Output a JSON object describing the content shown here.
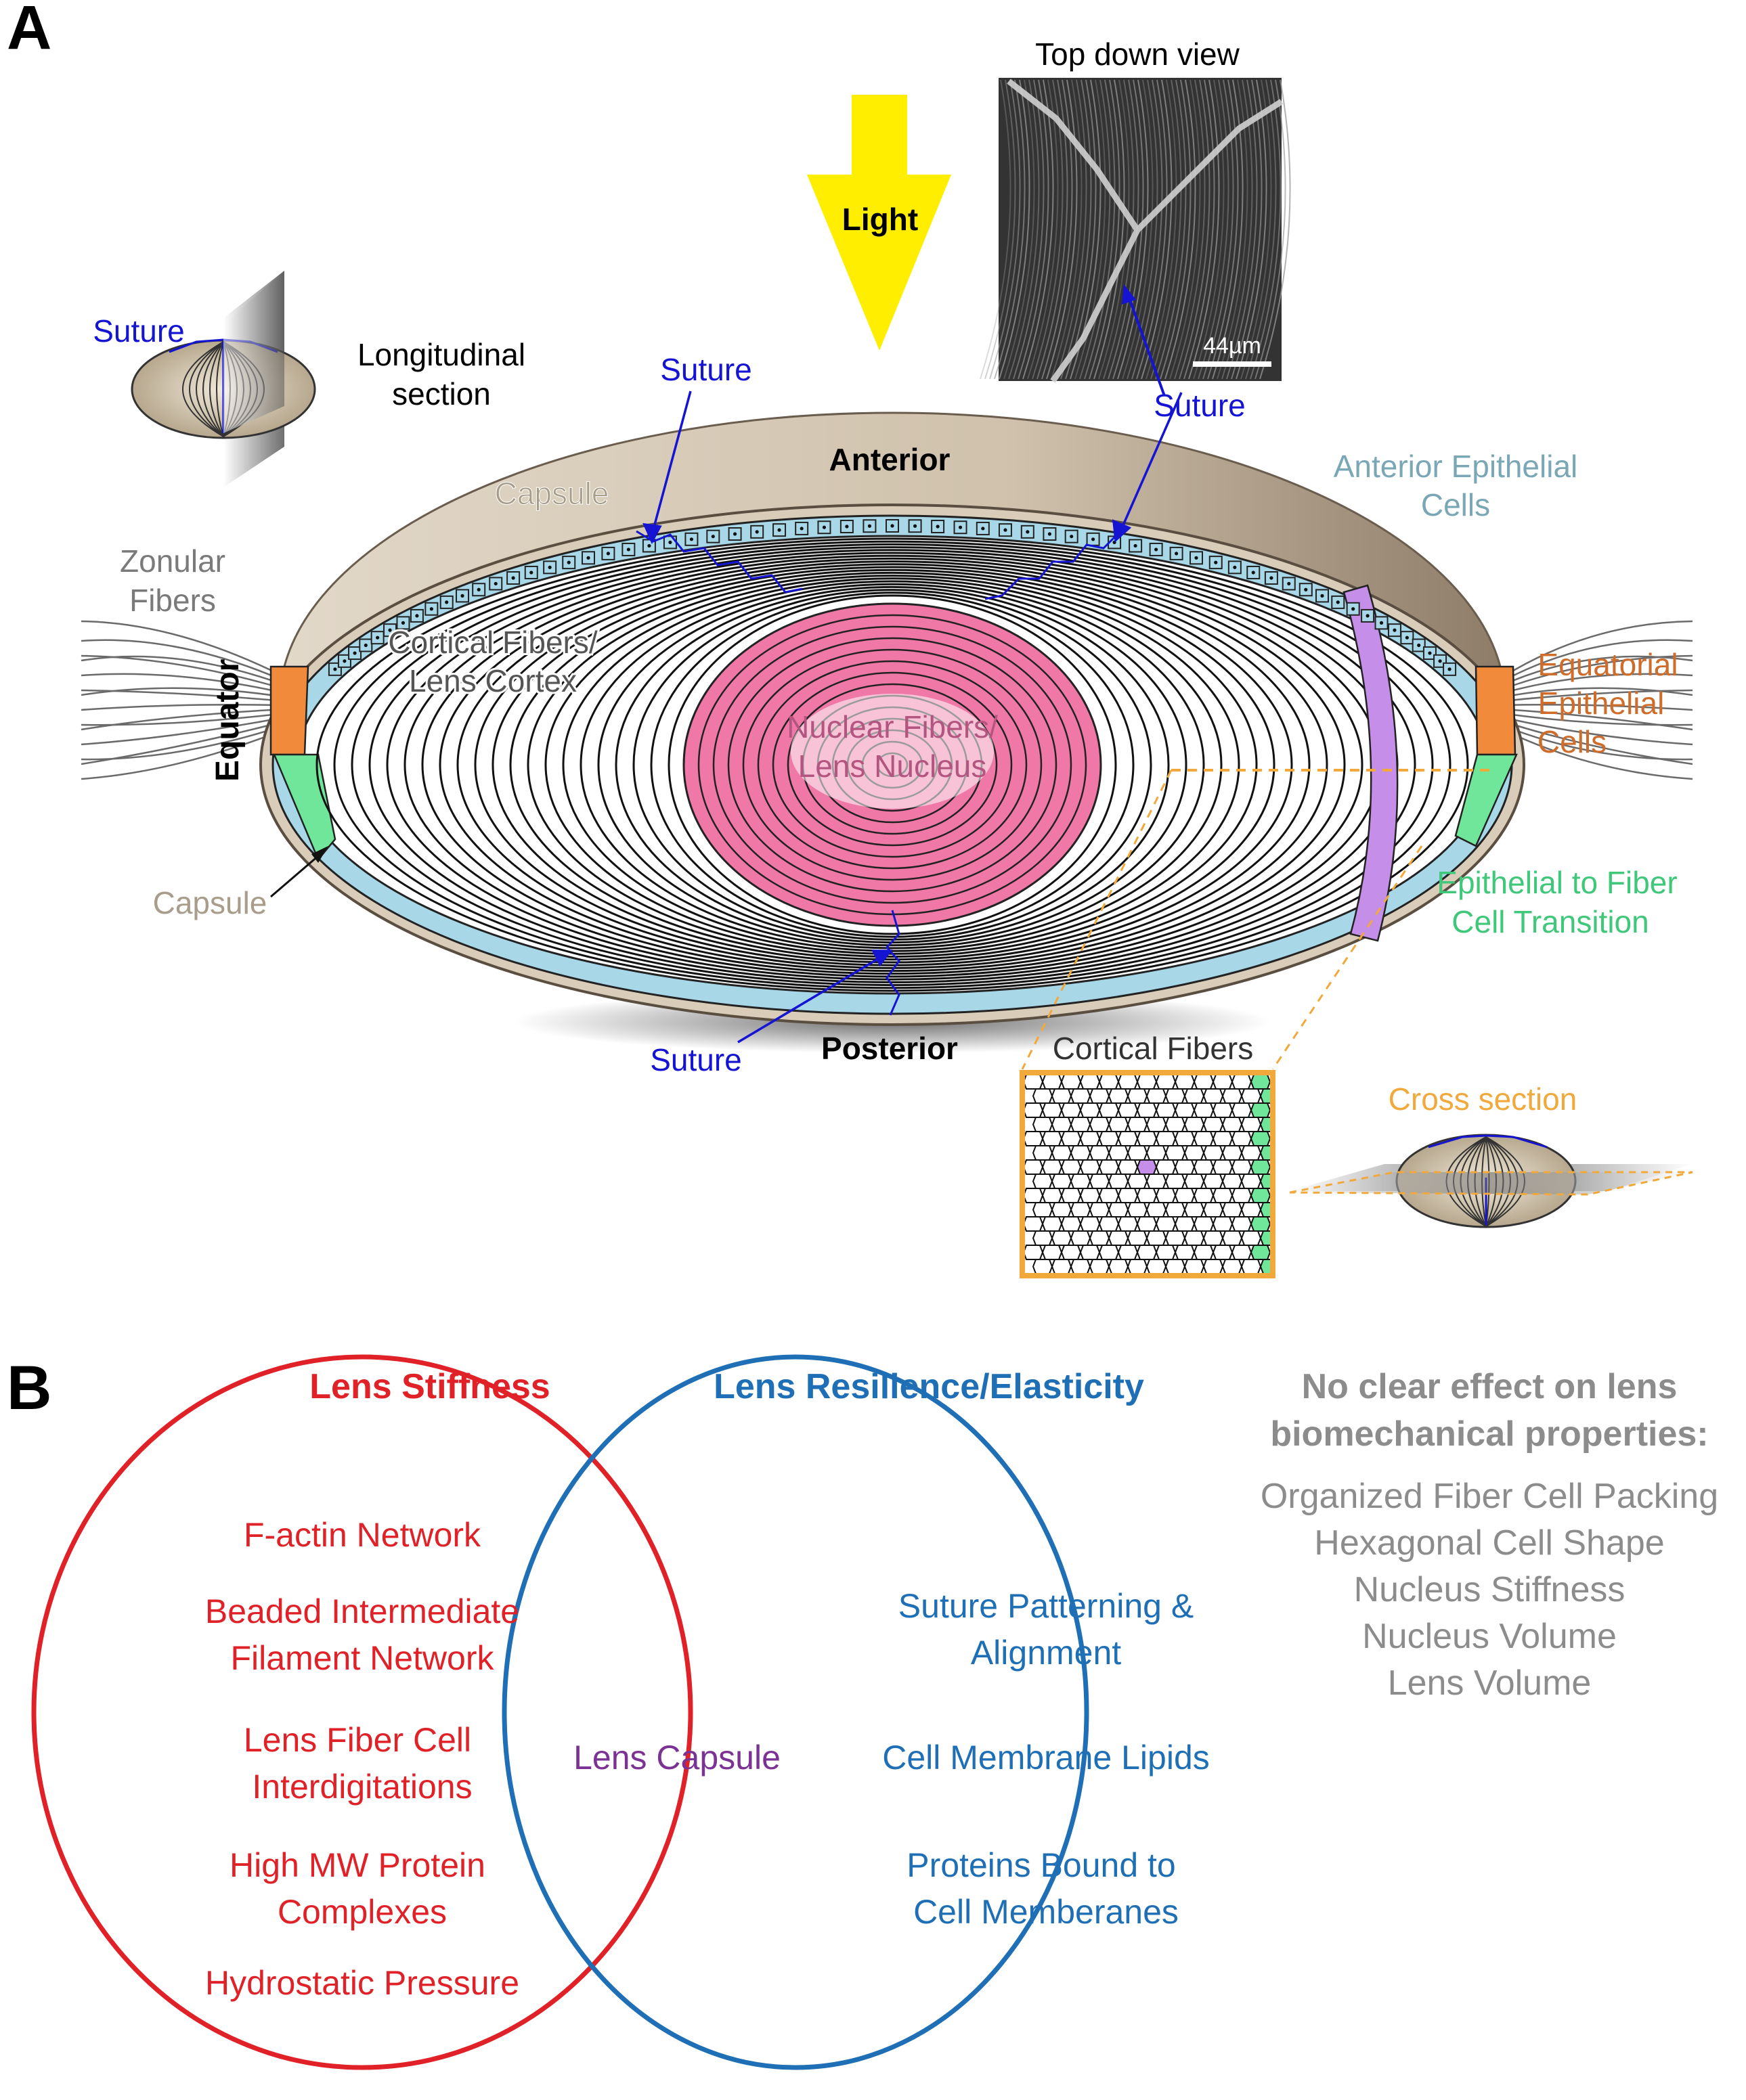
{
  "panel_a": {
    "panel_label": "A",
    "top_down_title": "Top down view",
    "scale_bar": "44µm",
    "light": "Light",
    "anterior": "Anterior",
    "posterior": "Posterior",
    "equator": "Equator",
    "suture": "Suture",
    "longitudinal_section": [
      "Longitudinal",
      "section"
    ],
    "capsule": "Capsule",
    "zonular_fibers": [
      "Zonular",
      "Fibers"
    ],
    "anterior_epithelial": [
      "Anterior Epithelial",
      "Cells"
    ],
    "equatorial_epithelial": [
      "Equatorial",
      "Epithelial",
      "Cells"
    ],
    "cortical_fibers": [
      "Cortical Fibers/",
      "Lens Cortex"
    ],
    "nuclear_fibers": [
      "Nuclear Fibers/",
      "Lens Nucleus"
    ],
    "transition": [
      "Epithelial to Fiber",
      "Cell Transition"
    ],
    "cortical_inset_title": "Cortical Fibers",
    "cross_section": "Cross section",
    "colors": {
      "suture": "#1414d2",
      "capsule": "#c9bba6",
      "anterior_epithelium": "#a8d8e8",
      "equatorial_epithelium": "#f28a3c",
      "transition": "#6fe69a",
      "nucleus": "#ef78a6",
      "highlight_fiber": "#c58ee8",
      "light_arrow": "#ffee00",
      "inset_border": "#f2a93b"
    }
  },
  "panel_b": {
    "panel_label": "B",
    "stiffness": {
      "title": "Lens Stiffness",
      "color": "#e02127",
      "items": [
        [
          "F-actin Network"
        ],
        [
          "Beaded Intermediate",
          "Filament Network"
        ],
        [
          "Lens Fiber Cell",
          "Interdigitations"
        ],
        [
          "High MW Protein",
          "Complexes"
        ],
        [
          "Hydrostatic Pressure"
        ]
      ]
    },
    "resilience": {
      "title": "Lens Resilience/Elasticity",
      "color": "#1e6fb5",
      "items": [
        [
          "Suture Patterning &",
          "Alignment"
        ],
        [
          "Cell Membrane Lipids"
        ],
        [
          "Proteins Bound to",
          "Cell Memberanes"
        ]
      ]
    },
    "overlap": {
      "label": "Lens Capsule",
      "color": "#7b3294"
    },
    "no_effect": {
      "title": [
        "No clear effect on lens",
        "biomechanical properties:"
      ],
      "color": "#8c8c8c",
      "items": [
        "Organized Fiber Cell Packing",
        "Hexagonal Cell Shape",
        "Nucleus Stiffness",
        "Nucleus Volume",
        "Lens Volume"
      ]
    }
  }
}
